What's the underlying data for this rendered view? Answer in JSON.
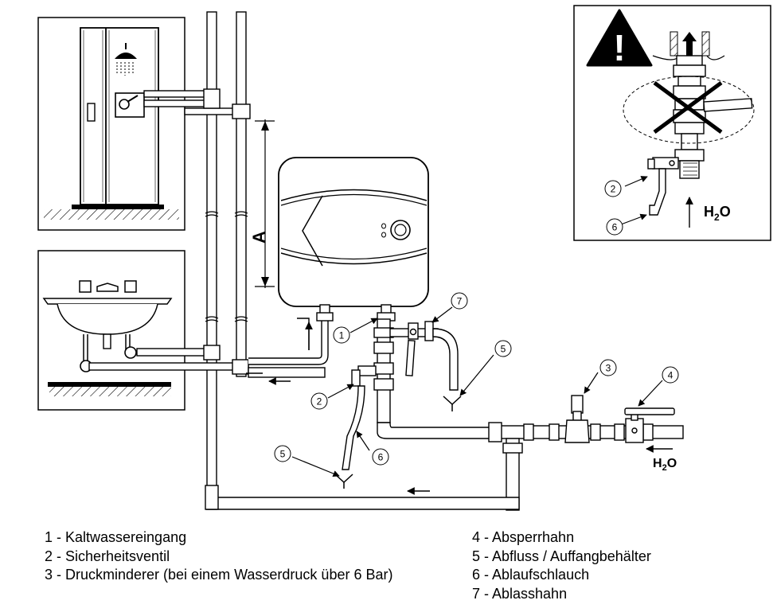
{
  "callouts": {
    "c1": "1",
    "c2a": "2",
    "c2b": "2",
    "c3": "3",
    "c4": "4",
    "c5a": "5",
    "c5b": "5",
    "c6a": "6",
    "c6b": "6",
    "c7": "7"
  },
  "dimension_label": "A",
  "water_label": {
    "main": "H",
    "sub": "2",
    "tail": "O"
  },
  "inset_water_label": {
    "main": "H",
    "sub": "2",
    "tail": "O"
  },
  "warning_symbol": "!",
  "legend_left": [
    "1 - Kaltwassereingang",
    "2 - Sicherheitsventil",
    "3 - Druckminderer (bei einem Wasserdruck über 6 Bar)"
  ],
  "legend_right": [
    "4 - Absperrhahn",
    "5 - Abfluss / Auffangbehälter",
    "6 - Ablaufschlauch",
    "7 - Ablasshahn"
  ],
  "icons": [
    "shower-icon",
    "washbasin-icon",
    "water-heater-icon",
    "warning-icon",
    "arrow-icon"
  ]
}
